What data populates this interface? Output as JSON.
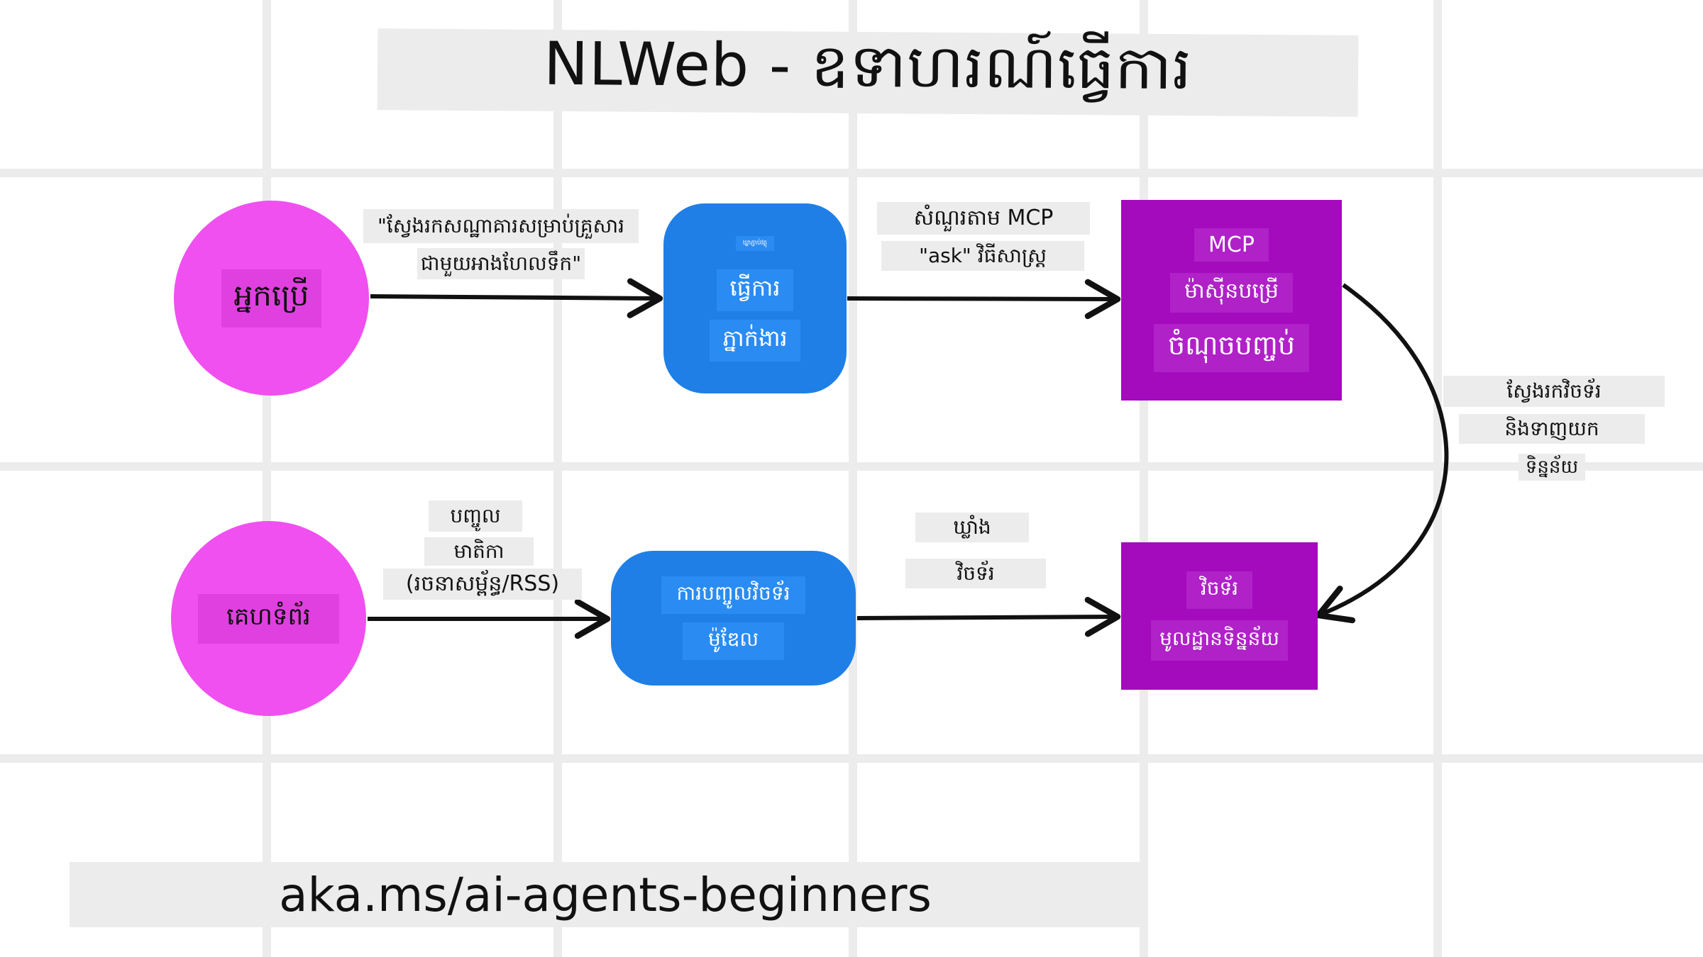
{
  "title": "NLWeb - ឧទាហរណ៍ធ្វើការ",
  "footer_url": "aka.ms/ai-agents-beginners",
  "colors": {
    "circle": "#f050f0",
    "agent_box": "#1f7fe6",
    "data_box": "#a30bbd",
    "label_bg": "#ececec",
    "arrow": "#111111"
  },
  "top_row": {
    "user_node": "អ្នកប្រើ",
    "query_label_line1": "\"ស្វែងរកសណ្ឋាគារសម្រាប់គ្រួសារ",
    "query_label_line2": "ជាមួយអាងហែលទឹក\"",
    "agent_box": {
      "tiny_text": "ឃ្លាភ្ជាប់វត្ថុ",
      "line1": "ធ្វើការ",
      "line2": "ភ្នាក់ងារ"
    },
    "mcp_label_line1": "សំណួរតាម MCP",
    "mcp_label_line2": "\"ask\" វិធីសាស្ត្រ",
    "mcp_box": {
      "line1": "MCP",
      "line2": "ម៉ាស៊ីនបម្រើ",
      "line3": "ចំណុចបញ្ចប់"
    }
  },
  "side_label": {
    "line1": "ស្វែងរកវិចទ័រ",
    "line2": "និងទាញយក",
    "line3": "ទិន្នន័យ"
  },
  "bottom_row": {
    "website_node": "គេហទំព័រ",
    "ingest_label_line1": "បញ្ចូល",
    "ingest_label_line2": "មាតិកា",
    "ingest_label_line3": "(រចនាសម្ព័ន្ធ/RSS)",
    "embed_box": {
      "line1": "ការបញ្ចូលវិចទ័រ",
      "line2": "ម៉ូឌែល"
    },
    "store_label_line1": "ឃ្លាំង",
    "store_label_line2": "វិចទ័រ",
    "db_box": {
      "line1": "វិចទ័រ",
      "line2": "មូលដ្ឋានទិន្នន័យ"
    }
  }
}
